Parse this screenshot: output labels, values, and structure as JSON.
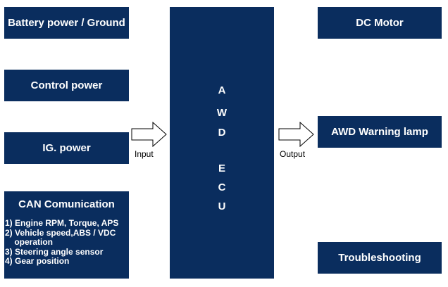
{
  "inputs": {
    "battery": "Battery power / Ground",
    "control": "Control power",
    "ig": "IG. power",
    "can": {
      "title": "CAN Comunication",
      "items": [
        "1) Engine RPM, Torque, APS",
        "2) Vehicle speed,ABS / VDC",
        "    operation",
        "3) Steering angle sensor",
        "4) Gear position"
      ]
    }
  },
  "ecu": {
    "letters": [
      "A",
      "W",
      "D",
      "E",
      "C",
      "U"
    ]
  },
  "flow": {
    "input_label": "Input",
    "output_label": "Output"
  },
  "outputs": {
    "motor": "DC Motor",
    "lamp": "AWD Warning lamp",
    "troubleshooting": "Troubleshooting"
  },
  "colors": {
    "box_fill": "#0a2d5e",
    "box_text": "#ffffff"
  }
}
